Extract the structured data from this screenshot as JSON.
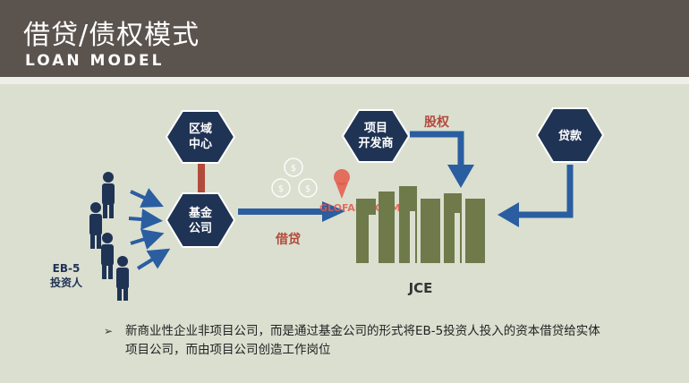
{
  "header": {
    "title": "借贷/债权模式",
    "subtitle": "LOAN MODEL"
  },
  "nodes": {
    "region_center": [
      "区域",
      "中心"
    ],
    "fund_company": [
      "基金",
      "公司"
    ],
    "developer": [
      "项目",
      "开发商"
    ],
    "loan": [
      "贷款"
    ]
  },
  "labels": {
    "equity": "股权",
    "lending": "借贷",
    "jce": "JCE",
    "investors": [
      "EB-5",
      "投资人"
    ],
    "watermark": "GLOFANG.COM"
  },
  "bullet": {
    "mark": "➢",
    "text": "新商业性企业非项目公司，而是通过基金公司的形式将EB-5投资人投入的资本借贷给实体项目公司，而由项目公司创造工作岗位"
  },
  "colors": {
    "header_bg": "#5b534e",
    "panel_bg": "#dbdfd0",
    "hex_fill": "#1f3354",
    "hex_stroke": "#ffffff",
    "arrow_blue": "#2a5ea0",
    "connector_red": "#b24a3b",
    "building_green": "#6e7a4a",
    "person": "#1f3354"
  }
}
